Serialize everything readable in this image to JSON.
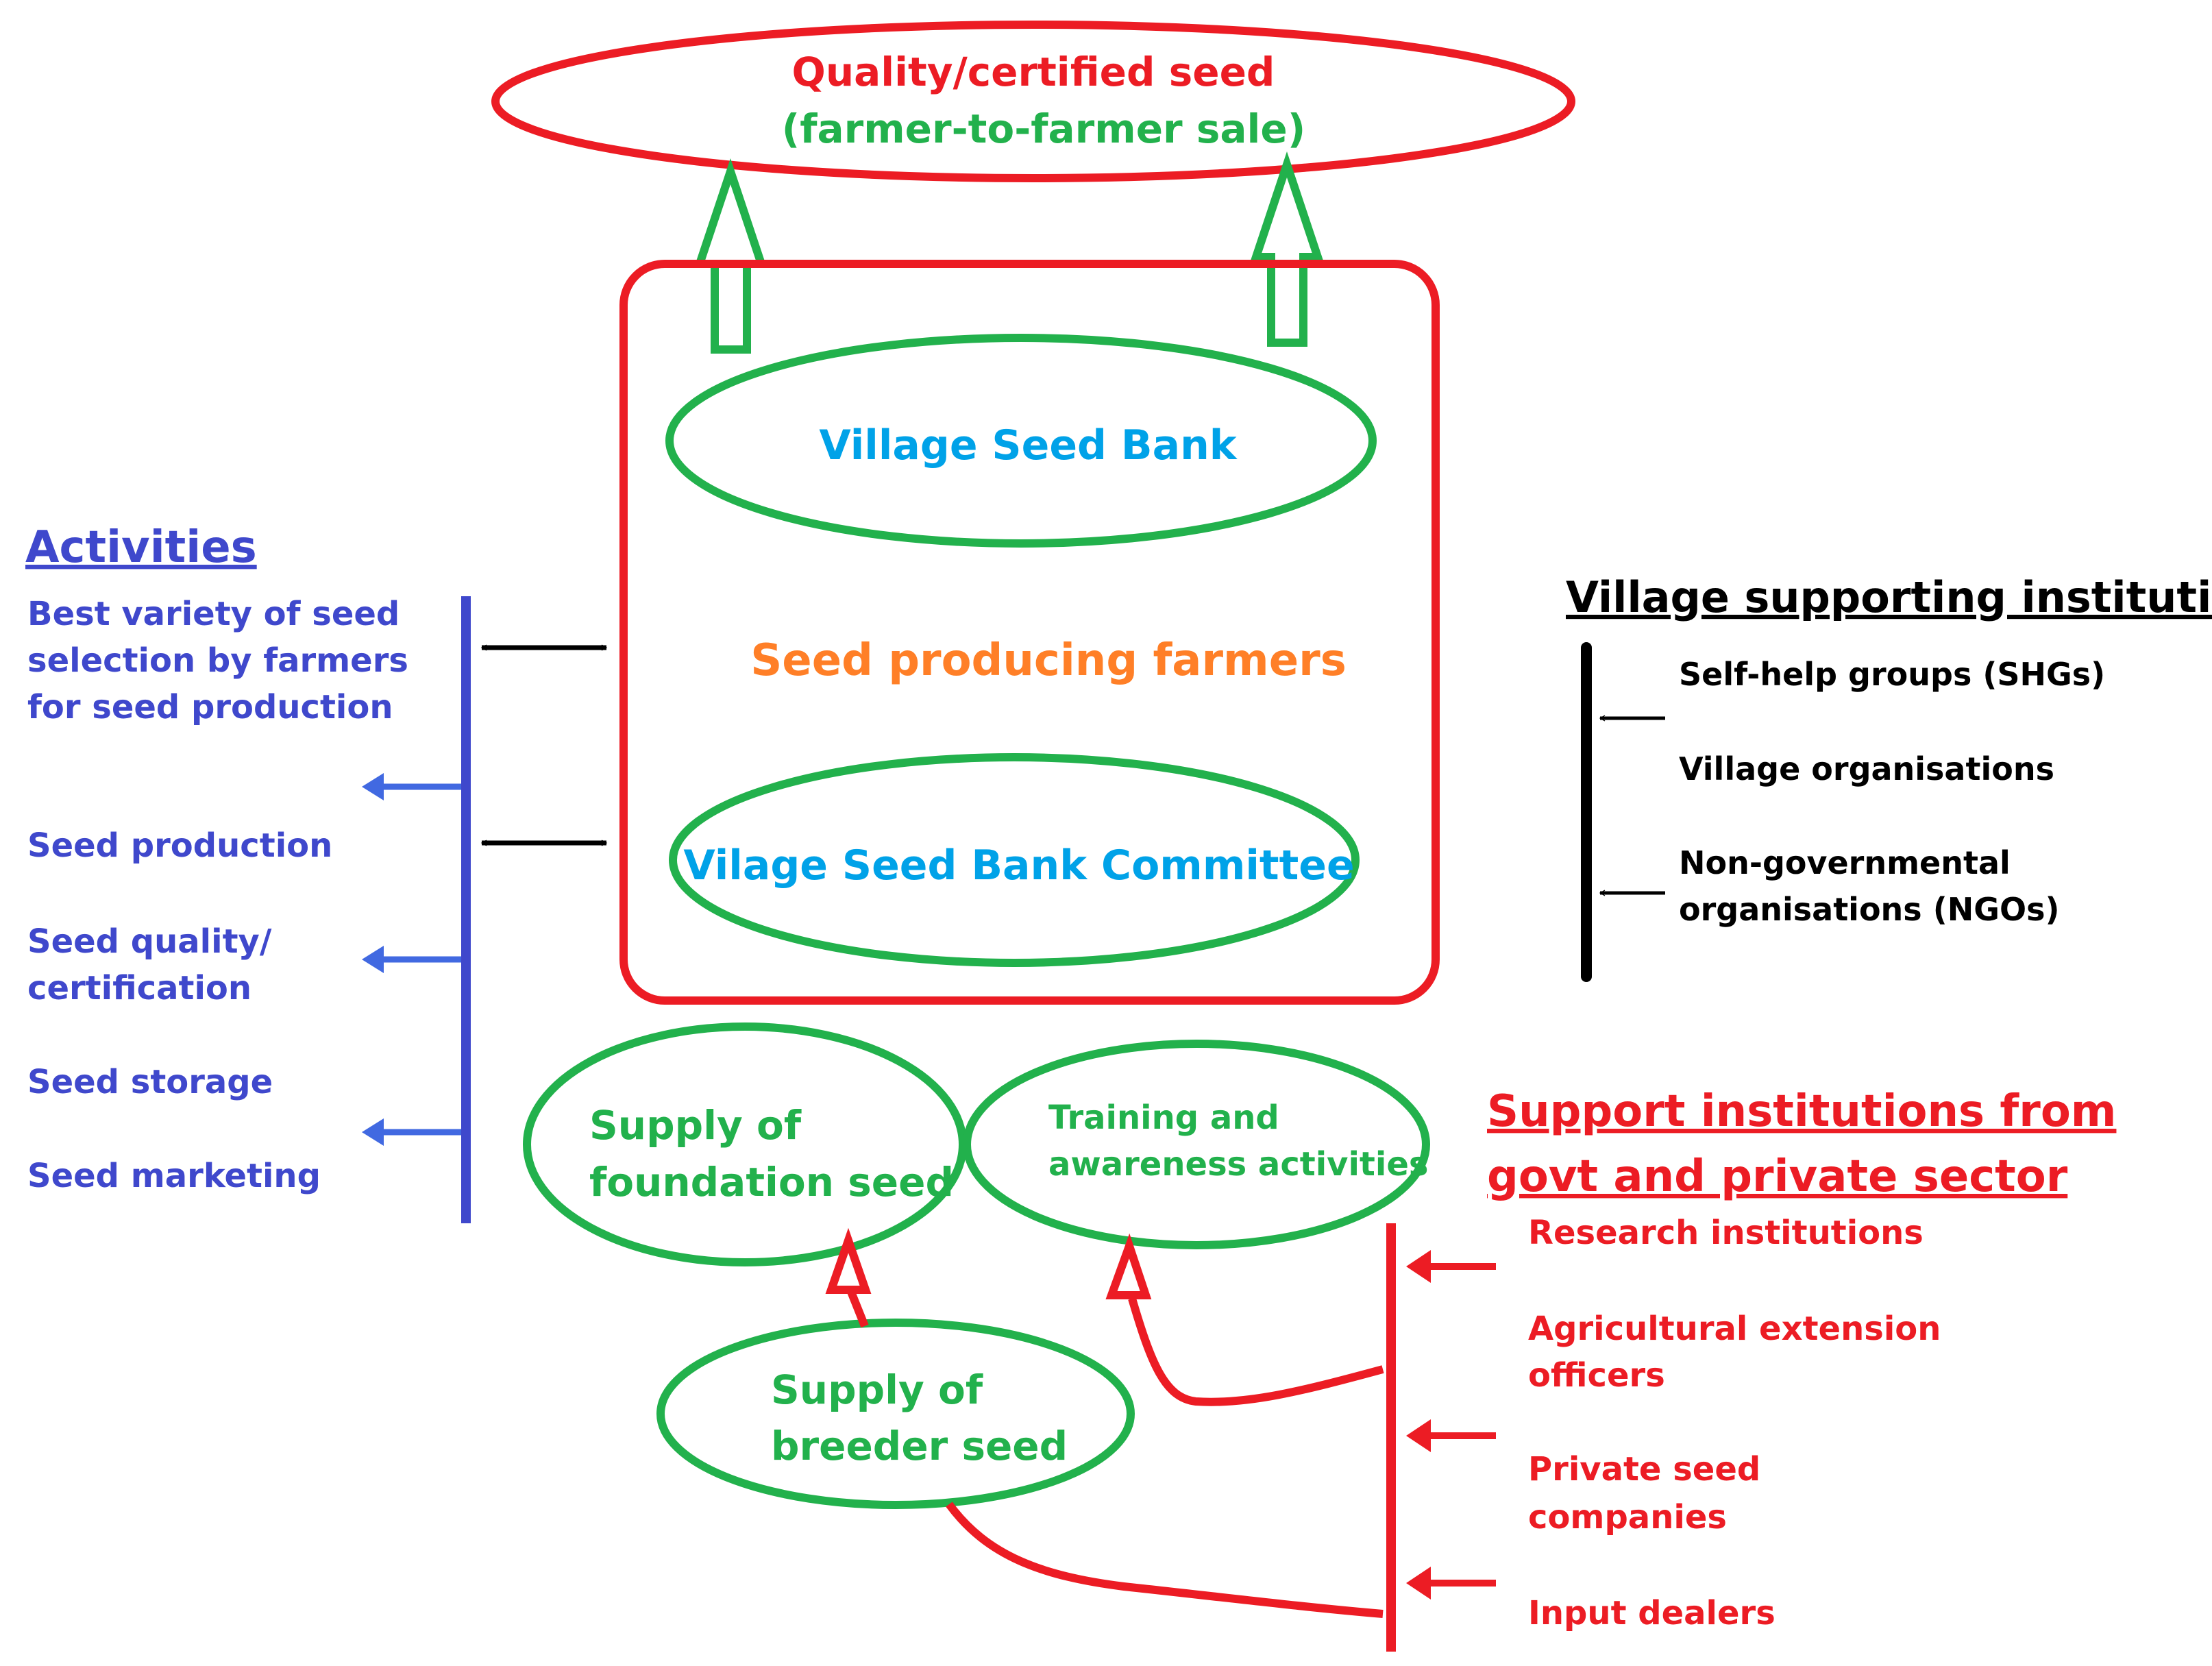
{
  "colors": {
    "red": "#ec1c24",
    "green": "#22b14c",
    "cyan": "#00a2e8",
    "orange": "#ff7f27",
    "blue": "#3f48cc",
    "arrow_blue": "#4169e1",
    "black": "#000000"
  },
  "top_ellipse": {
    "line1": "Quality/certified seed",
    "line2": "(farmer-to-farmer sale)"
  },
  "center": {
    "village_seed_bank": "Village Seed Bank",
    "seed_producing_farmers": "Seed producing farmers",
    "committee": "Vilage Seed Bank Committee"
  },
  "activities": {
    "heading": "Activities",
    "item1": [
      "Best variety of seed",
      "selection by farmers",
      "for seed production"
    ],
    "item2": "Seed production",
    "item3": [
      "Seed quality/",
      "certification"
    ],
    "item4": "Seed storage",
    "item5": "Seed marketing"
  },
  "village_support": {
    "heading": "Village supporting institutions",
    "item1": "Self-help groups (SHGs)",
    "item2": "Village organisations",
    "item3": [
      "Non-governmental",
      "organisations (NGOs)"
    ]
  },
  "lower": {
    "foundation": [
      "Supply of",
      "foundation seed"
    ],
    "training": [
      "Training and",
      "awareness activities"
    ],
    "breeder": [
      "Supply of",
      "breeder seed"
    ]
  },
  "govt_support": {
    "heading": [
      "Support institutions from",
      "govt and private sector"
    ],
    "item1": "Research institutions",
    "item2": [
      "Agricultural extension",
      "officers"
    ],
    "item3": [
      "Private seed",
      "companies"
    ],
    "item4": "Input dealers"
  }
}
